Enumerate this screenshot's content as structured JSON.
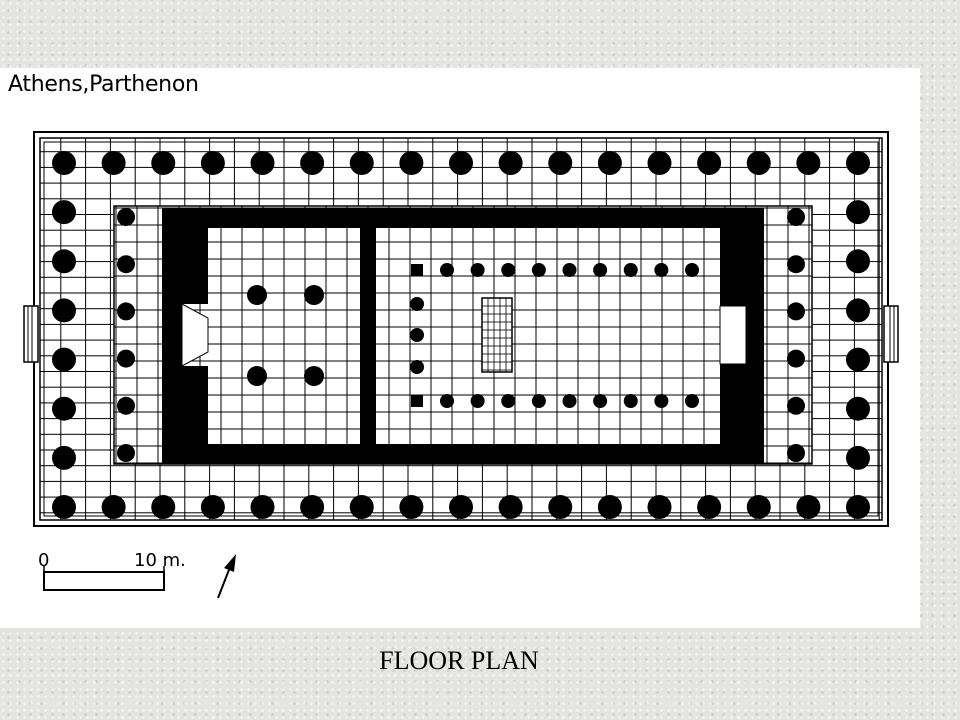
{
  "diagram": {
    "title": "Athens,Parthenon",
    "scale_start": "0",
    "scale_end": "10 m.",
    "caption": "FLOOR PLAN",
    "colors": {
      "ink": "#000000",
      "paper": "#ffffff",
      "background": "#e4e4e2"
    },
    "icons": [
      "north-arrow-icon"
    ]
  }
}
